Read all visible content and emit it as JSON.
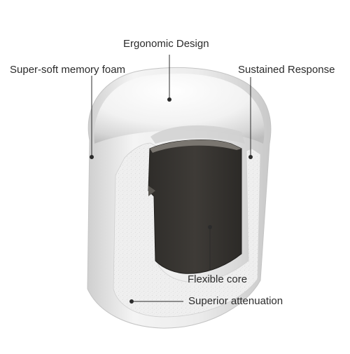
{
  "labels": {
    "ergonomic_design": "Ergonomic Design",
    "super_soft_memory_foam": "Super-soft memory foam",
    "sustained_response": "Sustained Response",
    "flexible_core": "Flexible core",
    "superior_attenuation": "Superior attenuation"
  },
  "colors": {
    "background": "#ffffff",
    "foam_outer": "#e6e6e6",
    "foam_highlight": "#ffffff",
    "foam_shadow": "#bdbdbd",
    "foam_cut_texture": "#ededed",
    "core_dark": "#3a3835",
    "core_edge": "#7a7670",
    "leader_line": "#2b2b2b",
    "text": "#2b2b2b"
  }
}
